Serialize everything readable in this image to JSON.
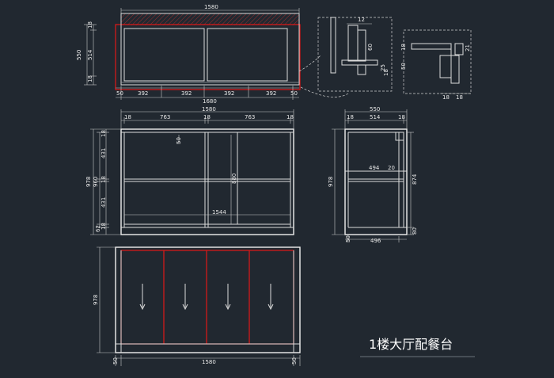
{
  "title": "1楼大厅配餐台",
  "top_view": {
    "width": "1580",
    "depth": "550",
    "inner_depth": "514",
    "front_thk": "18",
    "back_thk": "18",
    "side_left": "50",
    "segments": [
      "392",
      "392",
      "392",
      "392"
    ],
    "side_right": "50",
    "bottom_width": "1680"
  },
  "detail_a": {
    "gap": "12",
    "height": "60",
    "small_1": "25",
    "small_2": "18"
  },
  "detail_b": {
    "thk": "18",
    "height": "50",
    "right": "21",
    "bottom_1": "18",
    "bottom_2": "18"
  },
  "front_view": {
    "width": "1580",
    "side_left": "18",
    "bay_left": "763",
    "mid": "18",
    "bay_right": "763",
    "side_right": "18",
    "height": "978",
    "inner_total": "960",
    "top_thk": "18",
    "upper_bay": "431",
    "shelf_thk": "18",
    "lower_bay": "431",
    "bottom_thk": "18",
    "plinth": "62",
    "small": "50",
    "inner_height": "880",
    "inner_width": "1544"
  },
  "side_view": {
    "depth": "550",
    "front_thk": "18",
    "inner_depth": "514",
    "back_thk": "18",
    "height": "978",
    "shelf": "494",
    "setback": "20",
    "inner_height": "874",
    "plinth": "80",
    "bottom_left": "50",
    "bottom_width": "496"
  },
  "door_view": {
    "height": "978",
    "side_left": "50",
    "width": "1580",
    "side_right": "50"
  }
}
